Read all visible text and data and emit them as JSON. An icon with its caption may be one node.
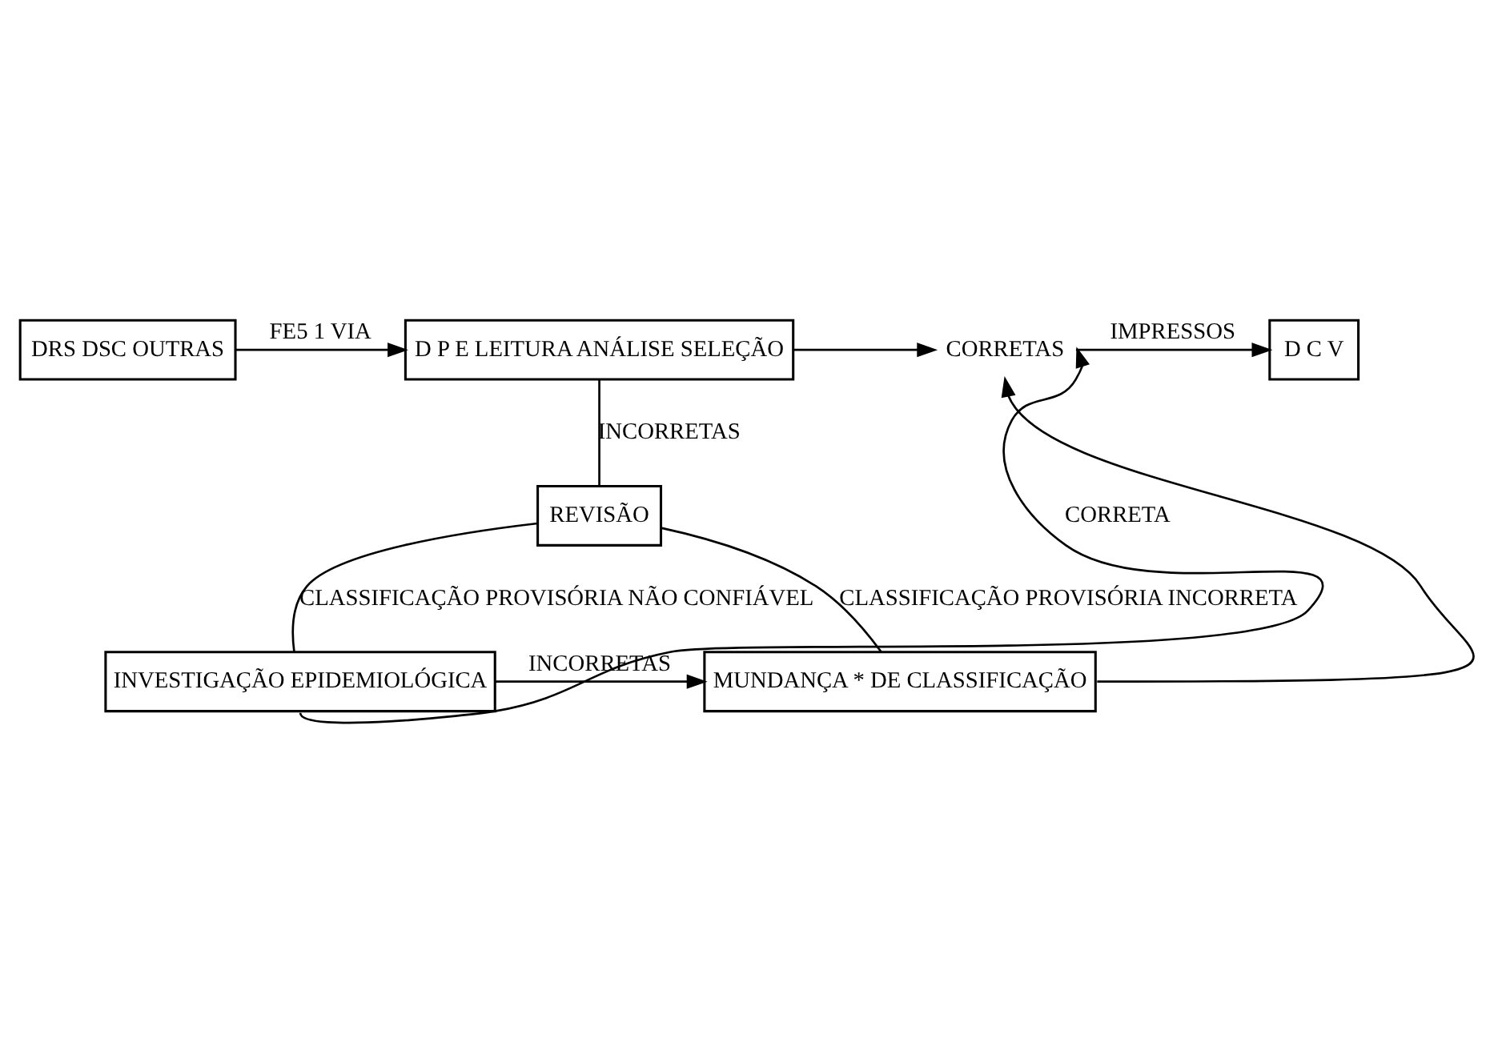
{
  "diagram": {
    "nodes": [
      {
        "text": [
          "DRS DSC OUTRAS"
        ]
      },
      {
        "text": [
          "D P E LEITURA ANÁLISE SELEÇÃO"
        ]
      },
      {
        "text": [
          "CORRETAS"
        ]
      },
      {
        "text": [
          "D C V"
        ]
      },
      {
        "text": [
          "REVISÃO"
        ]
      },
      {
        "text": [
          "INVESTIGAÇÃO EPIDEMIOLÓGICA"
        ]
      },
      {
        "text": [
          "MUNDANÇA * DE CLASSIFICAÇÃO"
        ]
      }
    ],
    "edges": [
      {
        "from": 0,
        "to": 1,
        "arrow": "to",
        "label": "FE5 1 VIA"
      },
      {
        "from": 1,
        "to": 2,
        "arrow": "to"
      },
      {
        "from": 2,
        "to": 3,
        "arrow": "to",
        "label": "IMPRESSOS"
      },
      {
        "from": 1,
        "to": 4,
        "arrow": "none",
        "label": "INCORRETAS"
      },
      {
        "from": 4,
        "to": 5,
        "arrow": "none",
        "label": "CLASSIFICAÇÃO PROVISÓRIA NÃO CONFIÁVEL"
      },
      {
        "from": 4,
        "to": 6,
        "arrow": "none",
        "label": "CLASSIFICAÇÃO PROVISÓRIA INCORRETA"
      },
      {
        "from": 5,
        "to": 6,
        "arrow": "to",
        "label": "INCORRETAS"
      },
      {
        "from": 6,
        "to": 2,
        "arrow": "to"
      },
      {
        "from": 5,
        "to": 2,
        "arrow": "to",
        "label": "CORRETA"
      }
    ]
  }
}
